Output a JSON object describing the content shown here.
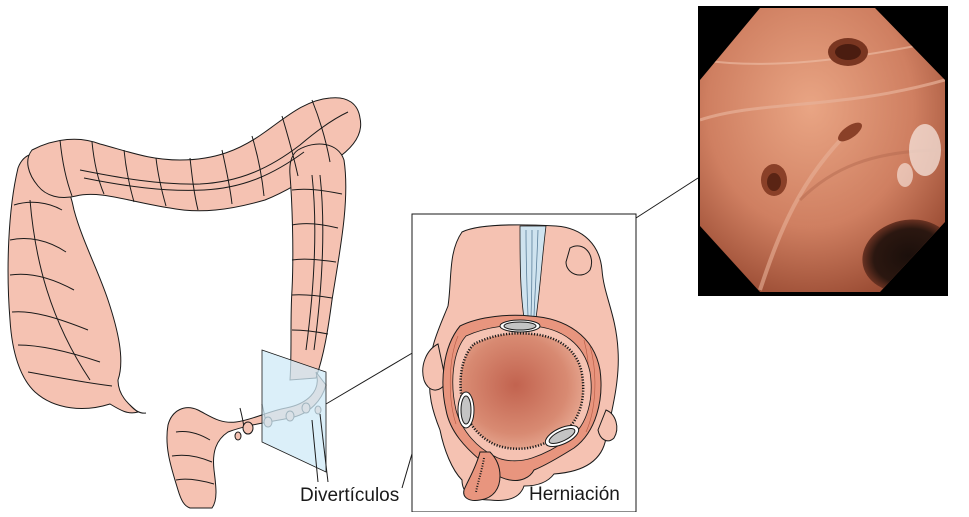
{
  "labels": {
    "diverticulos": "Divertículos",
    "herniacion": "Herniación"
  },
  "colors": {
    "tissue": "#f5c2b2",
    "tissue_dark": "#e9a692",
    "muscle": "#e8957e",
    "lumen_center": "#c2634f",
    "lumen_edge": "#e3a08a",
    "mesentery": "#cfe3ef",
    "section_plane": "#cfe9f7",
    "outline": "#1a1a1a",
    "endoscopy_bg": "#000000",
    "mucosa": "#c77a5c"
  },
  "icons": {
    "colon": "colon-illustration",
    "cross_section": "colon-cross-section",
    "photo": "endoscopy-photo"
  }
}
